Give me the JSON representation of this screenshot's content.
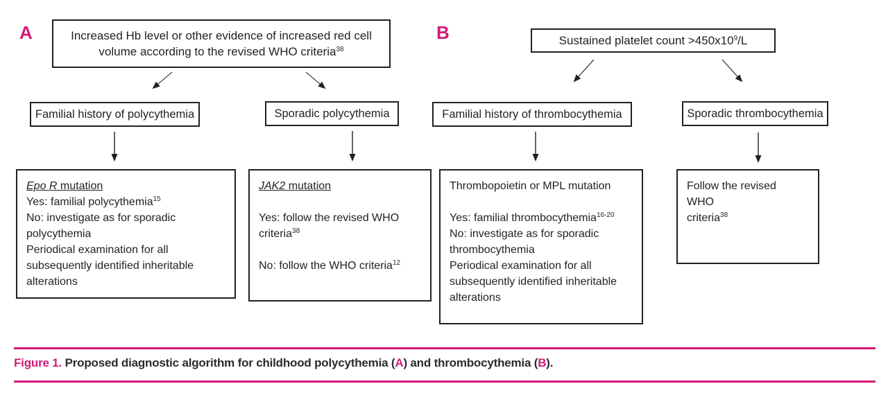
{
  "colors": {
    "magenta": "#d21979",
    "ink": "#231f20"
  },
  "panel_a": {
    "label": "A",
    "root_line1": "Increased Hb level or other evidence of increased red cell",
    "root_line2": "volume according to the revised WHO criteria",
    "root_sup": "38",
    "branch_familial": "Familial history of polycythemia",
    "branch_sporadic": "Sporadic polycythemia",
    "outcome_familial": {
      "gene": "Epo R",
      "title_rest": " mutation",
      "yes": "Yes: familial polycythemia",
      "yes_sup": "15",
      "no": "No: investigate as for sporadic polycythemia",
      "note": "Periodical examination for all subsequently identified inheritable alterations"
    },
    "outcome_sporadic": {
      "gene": "JAK2",
      "title_rest": " mutation",
      "yes": "Yes: follow the revised WHO criteria",
      "yes_sup": "38",
      "no": "No: follow the WHO criteria",
      "no_sup": "12"
    }
  },
  "panel_b": {
    "label": "B",
    "root_pre": "Sustained platelet count >450x10",
    "root_sup": "9",
    "root_post": "/L",
    "branch_familial": "Familial history of thrombocythemia",
    "branch_sporadic": "Sporadic thrombocythemia",
    "outcome_familial": {
      "title": "Thrombopoietin or MPL mutation",
      "yes": "Yes: familial thrombocythemia",
      "yes_sup": "16-20",
      "no": "No: investigate as for sporadic thrombocythemia",
      "note": "Periodical examination for all subsequently identified inheritable alterations"
    },
    "outcome_sporadic": {
      "line1": "Follow the revised",
      "line2": "WHO",
      "line3": "criteria",
      "line3_sup": "38"
    }
  },
  "caption": {
    "figure_label": "Figure 1.",
    "text_1": " Proposed diagnostic algorithm for childhood polycythemia (",
    "ref_a": "A",
    "text_2": ") and thrombocythemia (",
    "ref_b": "B",
    "text_3": ")."
  }
}
